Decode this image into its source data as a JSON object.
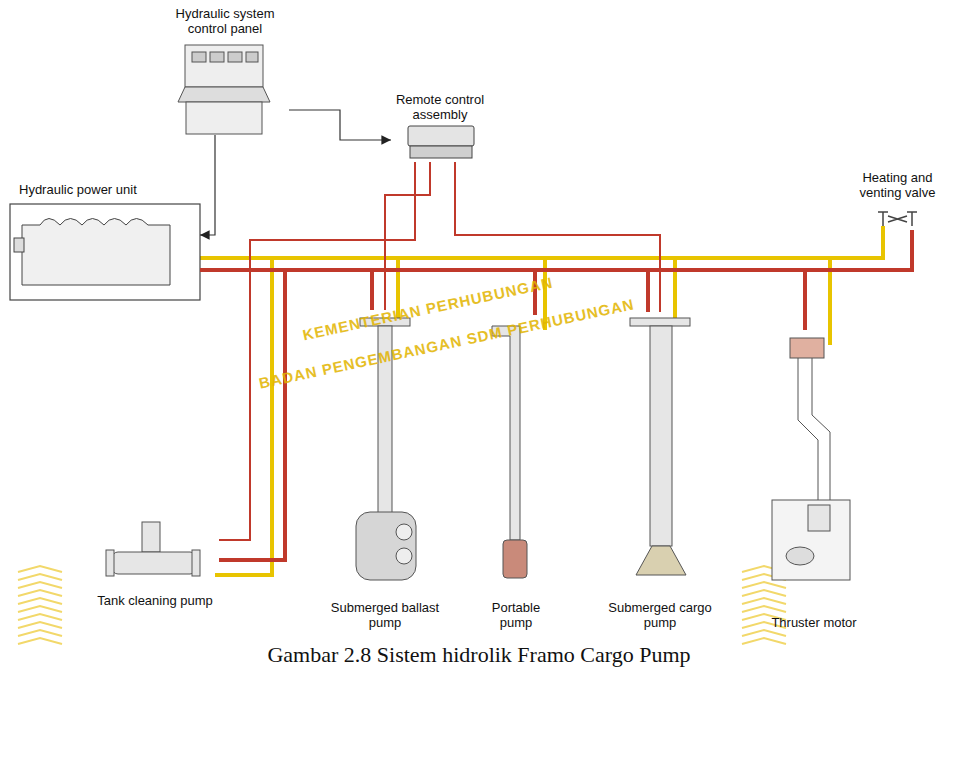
{
  "diagram": {
    "caption": "Gambar 2.8 Sistem hidrolik Framo Cargo Pump",
    "nodes": [
      {
        "text": [
          "Hydraulic system control panel"
        ]
      },
      {
        "text": [
          "Remote control assembly"
        ]
      },
      {
        "text": [
          "Hydraulic power unit"
        ]
      },
      {
        "text": [
          "Heating and venting valve"
        ]
      },
      {
        "text": [
          "Tank cleaning pump"
        ]
      },
      {
        "text": [
          "Submerged ballast pump"
        ]
      },
      {
        "text": [
          "Portable pump"
        ]
      },
      {
        "text": [
          "Submerged cargo pump"
        ]
      },
      {
        "text": [
          "Thruster motor"
        ]
      }
    ],
    "edges": [
      {
        "from": 0,
        "to": 2,
        "arrow": "to"
      },
      {
        "from": 0,
        "to": 1,
        "arrow": "to"
      },
      {
        "from": 1,
        "to": 4,
        "arrow": "none"
      },
      {
        "from": 1,
        "to": 5,
        "arrow": "none"
      },
      {
        "from": 1,
        "to": 7,
        "arrow": "none"
      },
      {
        "from": 2,
        "to": 4,
        "arrow": "none"
      },
      {
        "from": 2,
        "to": 5,
        "arrow": "none"
      },
      {
        "from": 2,
        "to": 6,
        "arrow": "none"
      },
      {
        "from": 2,
        "to": 7,
        "arrow": "none"
      },
      {
        "from": 2,
        "to": 8,
        "arrow": "none"
      },
      {
        "from": 2,
        "to": 3,
        "arrow": "none"
      }
    ],
    "labels": [
      "KEMENTERIAN PERHUBUNGAN",
      "BADAN PENGEMBANGAN SDM PERHUBUNGAN"
    ]
  }
}
